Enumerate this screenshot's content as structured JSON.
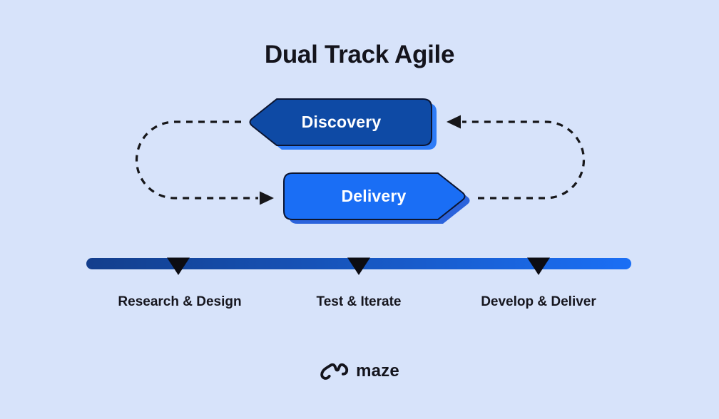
{
  "title": "Dual Track Agile",
  "tracks": {
    "discovery": {
      "label": "Discovery",
      "fill": "#0E4AA5",
      "shadow": "#2E7CF7",
      "outline": "#0C1530"
    },
    "delivery": {
      "label": "Delivery",
      "fill": "#1A6EF5",
      "shadow": "#2B63DC",
      "outline": "#0C1530"
    }
  },
  "timeline": {
    "stages": [
      {
        "label": "Research & Design"
      },
      {
        "label": "Test & Iterate"
      },
      {
        "label": "Develop & Deliver"
      }
    ],
    "bar_gradient_start": "#133E8C",
    "bar_gradient_end": "#1B6FF5",
    "marker_color": "#0C0C12"
  },
  "footer": {
    "brand": "maze"
  },
  "colors": {
    "background": "#D7E3FA",
    "title_text": "#14141C",
    "label_text": "#16161E",
    "arrow": "#17171A",
    "badge_text": "#FFFFFF"
  }
}
